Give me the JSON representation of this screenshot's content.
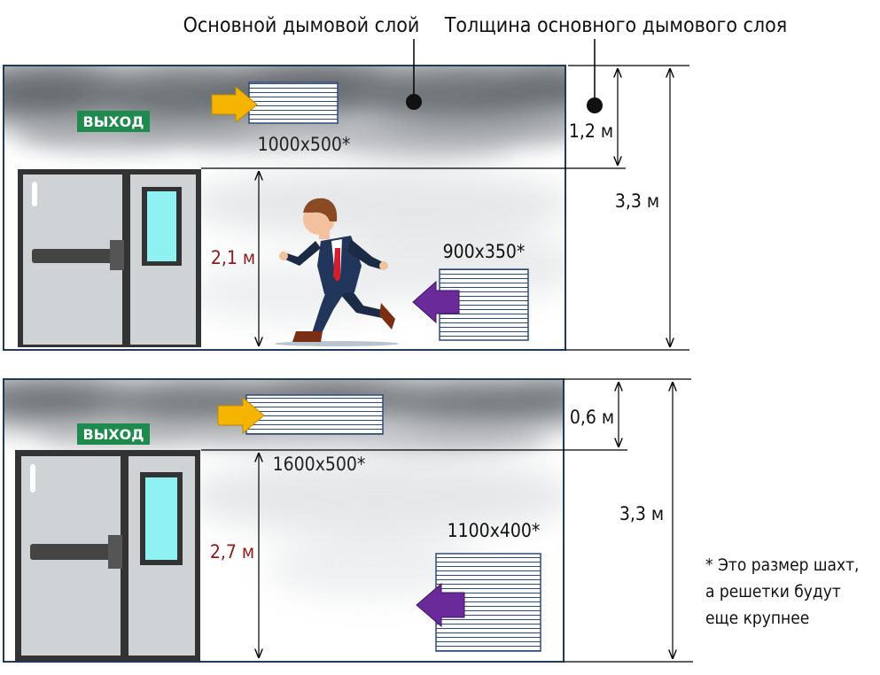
{
  "header": {
    "main_layer_label": "Основной дымовой слой",
    "thickness_label": "Толщина основного дымового слоя"
  },
  "top_room": {
    "exit_sign": "ВЫХОД",
    "exhaust_grille_size": "1000x500*",
    "supply_grille_size": "900x350*",
    "smoke_layer_thickness": "1,2 м",
    "clear_height": "2,1 м",
    "room_height": "3,3 м"
  },
  "bottom_room": {
    "exit_sign": "ВЫХОД",
    "exhaust_grille_size": "1600x500*",
    "supply_grille_size": "1100x400*",
    "smoke_layer_thickness": "0,6 м",
    "clear_height": "2,7 м",
    "room_height": "3,3 м"
  },
  "footnote": {
    "line1": "* Это размер шахт,",
    "line2": "а решетки будут",
    "line3": "еще крупнее"
  },
  "colors": {
    "room_border": "#1f3b57",
    "dimension_line": "#000000",
    "clear_height_text": "#8b1a1a",
    "exit_sign_bg": "#1e8a4e",
    "exhaust_arrow": "#f5b400",
    "supply_arrow": "#6a2a9a",
    "door_frame": "#333333",
    "door_panel": "#cfd3d6",
    "door_window": "#8ff1f1",
    "smoke": "#5f656b"
  },
  "icons": {
    "exhaust_arrow": "arrow-right-icon",
    "supply_arrow": "arrow-left-icon",
    "person": "running-businessman-icon",
    "marker": "dot-marker-icon"
  }
}
